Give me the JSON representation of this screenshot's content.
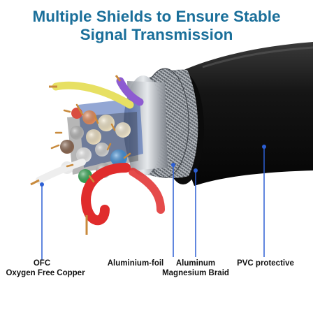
{
  "headline": {
    "line1": "Multiple Shields to Ensure Stable",
    "line2": "Signal Transmission"
  },
  "labels": {
    "copper": [
      "OFC",
      "Oxygen Free Copper"
    ],
    "foil": "Aluminium-foil",
    "braid": [
      "Aluminum",
      "Magnesium Braid"
    ],
    "jacket": "PVC protective"
  },
  "colors": {
    "headline": "#1a6f9a",
    "pointer": "#2c5fd4",
    "jacket": "#141414"
  }
}
